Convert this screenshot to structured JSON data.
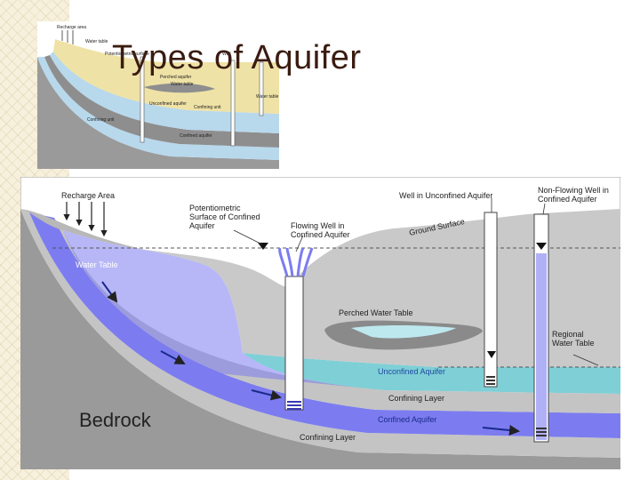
{
  "slide": {
    "title": "Types of Aquifer"
  },
  "thumbnail": {
    "labels": {
      "recharge": "Recharge area",
      "water_table": "Water table",
      "potentiometric": "Potentiometric surface",
      "perched": "Perched aquifer",
      "water_table_2": "Water table",
      "unconfined": "Unconfined aquifer",
      "confining_unit": "Confining unit",
      "confining_unit_2": "Confining unit",
      "confined": "Confined aquifer",
      "water_table_3": "Water table",
      "well": "Well"
    }
  },
  "diagram": {
    "labels": {
      "recharge_area": "Recharge Area",
      "potentiometric_1": "Potentiometric",
      "potentiometric_2": "Surface of Confined",
      "potentiometric_3": "Aquifer",
      "flowing_well_1": "Flowing Well in",
      "flowing_well_2": "Confined Aquifer",
      "well_unconfined": "Well in Unconfined Aquifer",
      "non_flowing_1": "Non-Flowing Well in",
      "non_flowing_2": "Confined Aquifer",
      "ground_surface": "Ground Surface",
      "water_table": "Water Table",
      "perched_water_table": "Perched Water Table",
      "regional_1": "Regional",
      "regional_2": "Water Table",
      "unconfined_aquifer": "Unconfined Aquifer",
      "confining_layer_top": "Confining Layer",
      "confined_aquifer": "Confined Aquifer",
      "confining_layer_bottom": "Confining Layer",
      "bedrock": "Bedrock"
    }
  },
  "colors": {
    "title": "#3a1c10",
    "bedrock": "#9a9a9a",
    "confining": "#c4c4c4",
    "confined_aquifer": "#7c7cf0",
    "unconfined_aquifer": "#7fcfd6",
    "ground": "#c9c9c9",
    "thumb_yellow": "#efe2a6",
    "thumb_blue": "#b8d8ec"
  }
}
